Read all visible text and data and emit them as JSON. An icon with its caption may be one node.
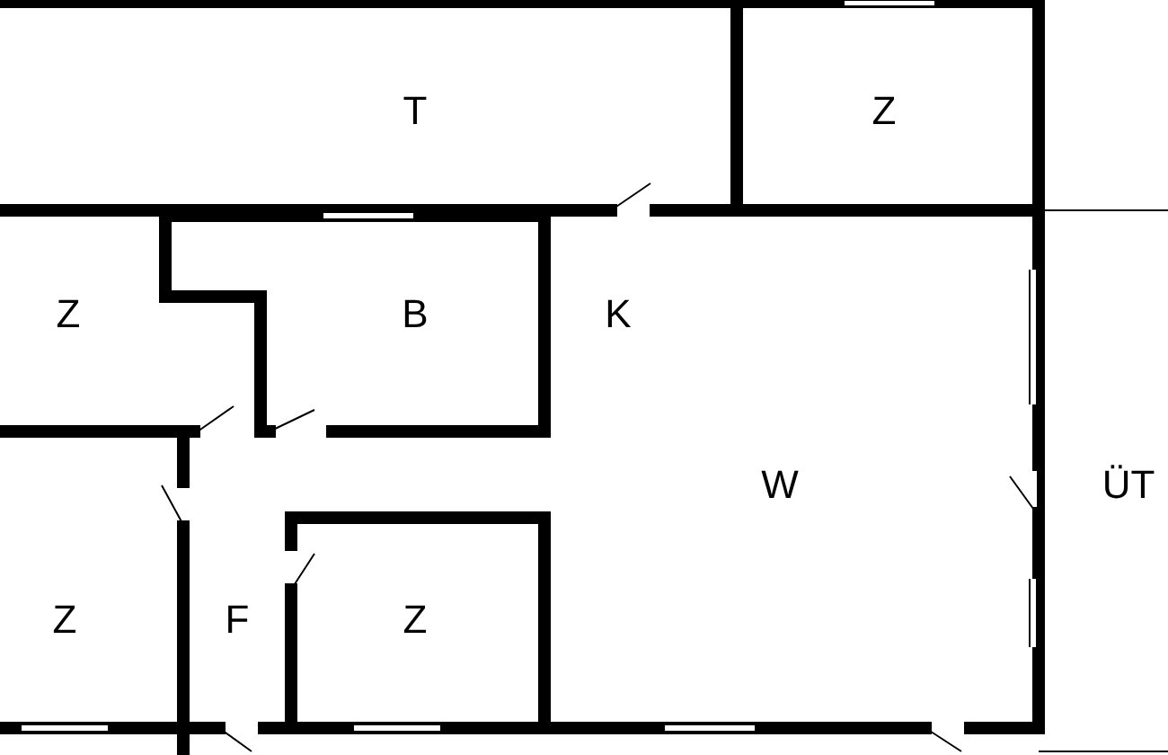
{
  "diagram": {
    "labels": [
      "T",
      "Z",
      "Z",
      "B",
      "K",
      "W",
      "ÜT",
      "Z",
      "F",
      "Z"
    ]
  }
}
